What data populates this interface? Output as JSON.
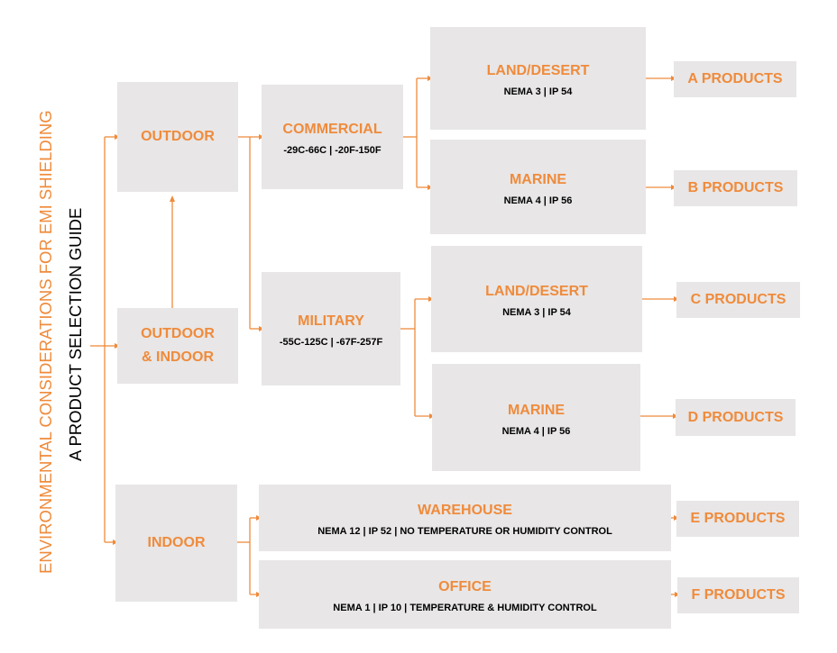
{
  "colors": {
    "accent": "#ef8b3c",
    "box_fill": "#e8e6e6",
    "text_dark": "#000000"
  },
  "side": {
    "title": "ENVIRONMENTAL CONSIDERATIONS FOR EMI SHIELDING",
    "subtitle": "A PRODUCT SELECTION GUIDE"
  },
  "level1": {
    "outdoor": "OUTDOOR",
    "outdoor_indoor_line1": "OUTDOOR",
    "outdoor_indoor_line2": "& INDOOR",
    "indoor": "INDOOR"
  },
  "level2": {
    "commercial": {
      "title": "COMMERCIAL",
      "spec": "-29C-66C | -20F-150F"
    },
    "military": {
      "title": "MILITARY",
      "spec": "-55C-125C | -67F-257F"
    },
    "warehouse": {
      "title": "WAREHOUSE",
      "spec": "NEMA 12 | IP 52 | NO TEMPERATURE OR HUMIDITY CONTROL"
    },
    "office": {
      "title": "OFFICE",
      "spec": "NEMA 1 | IP 10 | TEMPERATURE & HUMIDITY CONTROL"
    }
  },
  "level3": {
    "commercial_land": {
      "title": "LAND/DESERT",
      "spec": "NEMA 3 | IP 54"
    },
    "commercial_marine": {
      "title": "MARINE",
      "spec": "NEMA 4 | IP 56"
    },
    "military_land": {
      "title": "LAND/DESERT",
      "spec": "NEMA 3 | IP 54"
    },
    "military_marine": {
      "title": "MARINE",
      "spec": "NEMA 4 | IP 56"
    }
  },
  "products": {
    "a": "A PRODUCTS",
    "b": "B PRODUCTS",
    "c": "C PRODUCTS",
    "d": "D PRODUCTS",
    "e": "E PRODUCTS",
    "f": "F PRODUCTS"
  }
}
